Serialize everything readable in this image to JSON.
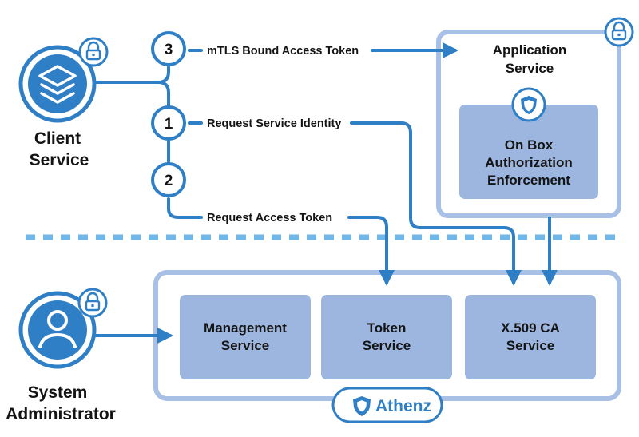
{
  "actors": {
    "client_line1": "Client",
    "client_line2": "Service",
    "admin_line1": "System",
    "admin_line2": "Administrator"
  },
  "steps": [
    {
      "number": "3",
      "label": "mTLS Bound Access Token"
    },
    {
      "number": "1",
      "label": "Request Service Identity"
    },
    {
      "number": "2",
      "label": "Request Access Token"
    }
  ],
  "application": {
    "title_line1": "Application",
    "title_line2": "Service",
    "inner_line1": "On Box",
    "inner_line2": "Authorization",
    "inner_line3": "Enforcement"
  },
  "athenz": {
    "brand": "Athenz",
    "services": [
      {
        "line1": "Management",
        "line2": "Service"
      },
      {
        "line1": "Token",
        "line2": "Service"
      },
      {
        "line1": "X.509 CA",
        "line2": "Service"
      }
    ]
  },
  "colors": {
    "primary": "#2f7fc7",
    "box_fill": "#9db6e0",
    "frame_stroke": "#a9c0e6",
    "divider": "#6fb7e9"
  },
  "icons": [
    "lock-icon",
    "layers-icon",
    "user-icon",
    "shield-icon"
  ]
}
